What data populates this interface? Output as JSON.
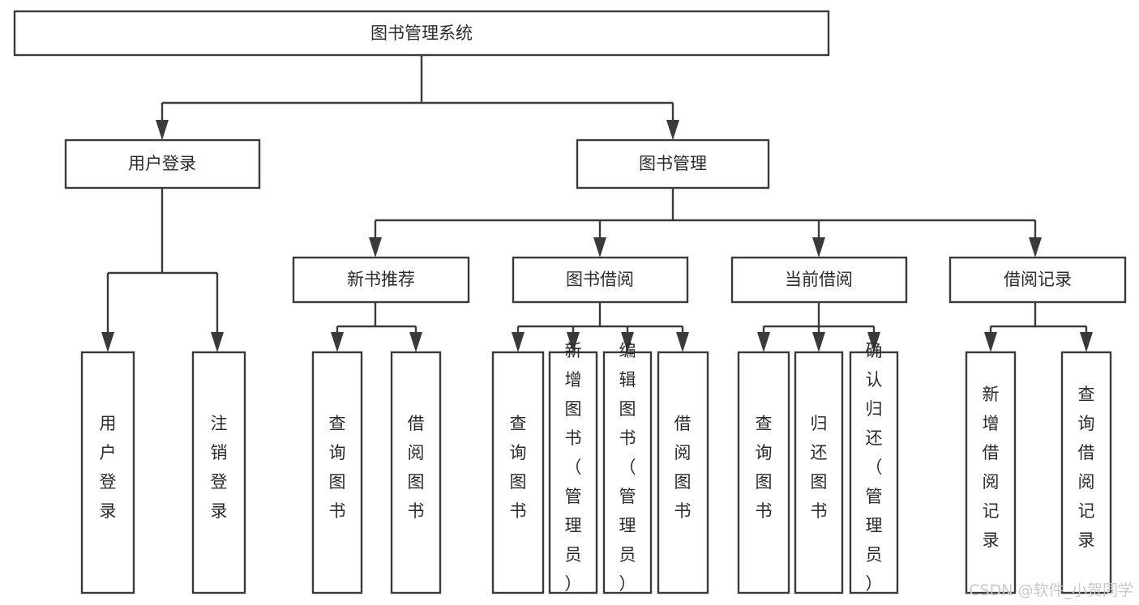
{
  "diagram": {
    "title": "图书管理系统",
    "type": "tree-hierarchy-chart",
    "orientation": "top-down",
    "colors": {
      "box_fill": "#ffffff",
      "box_stroke": "#3a3a3a",
      "text": "#2b2b2b",
      "background": "#ffffff",
      "watermark": "#c9c9c9"
    },
    "root": {
      "label": "图书管理系统"
    },
    "level2": [
      {
        "label": "用户登录"
      },
      {
        "label": "图书管理"
      }
    ],
    "level3": [
      {
        "label": "新书推荐"
      },
      {
        "label": "图书借阅"
      },
      {
        "label": "当前借阅"
      },
      {
        "label": "借阅记录"
      }
    ],
    "leaves": {
      "user_login": [
        {
          "label": "用户登录"
        },
        {
          "label": "注销登录"
        }
      ],
      "new_book_recommend": [
        {
          "label": "查询图书"
        },
        {
          "label": "借阅图书"
        }
      ],
      "book_borrow": [
        {
          "label": "查询图书"
        },
        {
          "label": "新增图书（管理员）"
        },
        {
          "label": "编辑图书（管理员）"
        },
        {
          "label": "借阅图书"
        }
      ],
      "current_borrow": [
        {
          "label": "查询图书"
        },
        {
          "label": "归还图书"
        },
        {
          "label": "确认归还（管理员）"
        }
      ],
      "borrow_record": [
        {
          "label": "新增借阅记录"
        },
        {
          "label": "查询借阅记录"
        }
      ]
    }
  },
  "watermark": {
    "text": "CSDN @软件_小贺同学"
  }
}
